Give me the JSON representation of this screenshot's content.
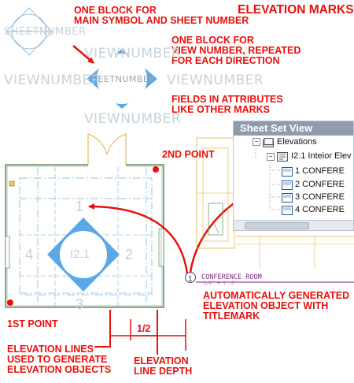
{
  "title": "ELEVATION MARKS",
  "annotations": {
    "one_block_main": "ONE BLOCK FOR\nMAIN SYMBOL AND SHEET NUMBER",
    "one_block_view": "ONE BLOCK FOR\nVIEW NUMBER, REPEATED\nFOR EACH DIRECTION",
    "fields": "FIELDS IN ATTRIBUTES\nLIKE OTHER MARKS",
    "second_point": "2ND POINT",
    "first_point": "1ST POINT",
    "auto_generated": "AUTOMATICALLY GENERATED\nELEVATION OBJECT WITH\nTITLEMARK",
    "elevation_lines": "ELEVATION LINES\nUSED TO GENERATE\nELEVATION OBJECTS",
    "line_depth": "ELEVATION\nLINE DEPTH",
    "half": "1/2"
  },
  "symbol_fields": {
    "sheet_number": "SHEETNUMBER",
    "view_number": "VIEWNUMBER",
    "sheet_number_center": "SEETNUMBER"
  },
  "plan_mark": {
    "center": "I2.1",
    "directions": {
      "top": "1",
      "right": "2",
      "bottom": "3",
      "left": "4"
    }
  },
  "sheet_set_view": {
    "header": "Sheet Set View",
    "items": [
      {
        "label": "Elevations",
        "icon": "folder-icon"
      },
      {
        "label": "I2.1 Inteior Elev",
        "icon": "sheet-icon"
      },
      {
        "label": "1 CONFERE",
        "icon": "view-icon"
      },
      {
        "label": "2 CONFERE",
        "icon": "view-icon"
      },
      {
        "label": "3 CONFERE",
        "icon": "view-icon"
      },
      {
        "label": "4 CONFERE",
        "icon": "view-icon"
      }
    ]
  },
  "elevation_object": {
    "number": "1",
    "room": "CONFERENCE ROOM",
    "scale": "1/4\" = 1'-0\""
  },
  "colors": {
    "red": "#e8100c",
    "blue": "#5aa8e8",
    "light_blue": "#bfd8ee",
    "field_gray": "#c7d2dc",
    "purple": "#7a2a82"
  }
}
